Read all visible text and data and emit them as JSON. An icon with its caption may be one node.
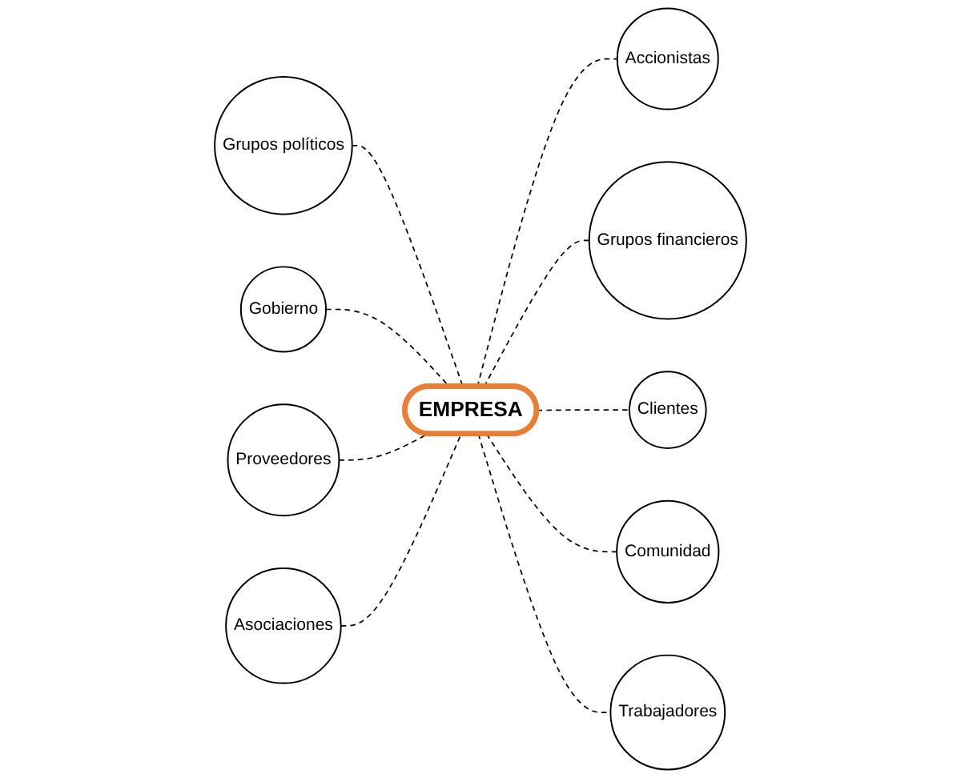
{
  "diagram": {
    "nodes": [
      {
        "text": [
          "EMPRESA"
        ]
      },
      {
        "text": [
          "Accionistas"
        ]
      },
      {
        "text": [
          "Grupos políticos"
        ]
      },
      {
        "text": [
          "Grupos financieros"
        ]
      },
      {
        "text": [
          "Clientes"
        ]
      },
      {
        "text": [
          "Gobierno"
        ]
      },
      {
        "text": [
          "Comunidad"
        ]
      },
      {
        "text": [
          "Proveedores"
        ]
      },
      {
        "text": [
          "Trabajadores"
        ]
      },
      {
        "text": [
          "Asociaciones"
        ]
      }
    ],
    "edges": [
      {
        "from": 0,
        "to": 1,
        "arrow": "none",
        "style": "dashed"
      },
      {
        "from": 2,
        "to": 0,
        "arrow": "none",
        "style": "dashed"
      },
      {
        "from": 0,
        "to": 3,
        "arrow": "none",
        "style": "dashed"
      },
      {
        "from": 0,
        "to": 4,
        "arrow": "none",
        "style": "dashed"
      },
      {
        "from": 5,
        "to": 0,
        "arrow": "none",
        "style": "dashed"
      },
      {
        "from": 0,
        "to": 6,
        "arrow": "none",
        "style": "dashed"
      },
      {
        "from": 7,
        "to": 0,
        "arrow": "none",
        "style": "dashed"
      },
      {
        "from": 0,
        "to": 8,
        "arrow": "none",
        "style": "dashed"
      },
      {
        "from": 9,
        "to": 0,
        "arrow": "none",
        "style": "dashed"
      }
    ]
  }
}
